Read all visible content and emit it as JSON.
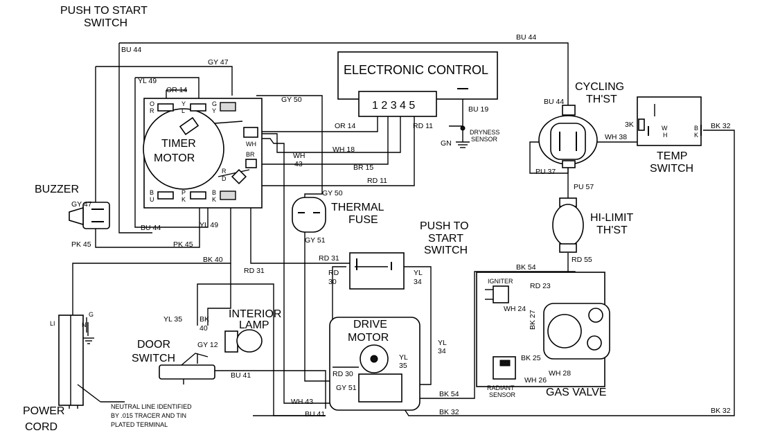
{
  "components": {
    "push_start_top": [
      "PUSH TO START",
      "SWITCH"
    ],
    "electronic_control": "ELECTRONIC CONTROL",
    "control_pins": "1 2 3 4 5",
    "timer_motor": [
      "TIMER",
      "MOTOR"
    ],
    "buzzer": "BUZZER",
    "thermal_fuse": [
      "THERMAL",
      "FUSE"
    ],
    "push_start_mid": [
      "PUSH TO",
      "START",
      "SWITCH"
    ],
    "cycling_thst": [
      "CYCLING",
      "TH'ST"
    ],
    "temp_switch": [
      "TEMP",
      "SWITCH"
    ],
    "hi_limit": [
      "HI-LIMIT",
      "TH'ST"
    ],
    "interior_lamp": [
      "INTERIOR",
      "LAMP"
    ],
    "door_switch": [
      "DOOR",
      "SWITCH"
    ],
    "drive_motor": [
      "DRIVE",
      "MOTOR"
    ],
    "gas_valve": "GAS VALVE",
    "igniter": "IGNITER",
    "radiant_sensor": [
      "RADIANT",
      "SENSOR"
    ],
    "dryness_sensor": [
      "DRYNESS",
      "SENSOR"
    ],
    "power_cord": [
      "POWER",
      "CORD"
    ],
    "neutral_note": [
      "NEUTRAL LINE IDENTIFIED",
      "BY .015 TRACER AND TIN",
      "PLATED TERMINAL"
    ],
    "gn": "GN",
    "cord_l1": "LI",
    "cord_n": "N",
    "cord_g": "G",
    "three_k": "3K"
  },
  "timer_terminals": {
    "or": [
      "O",
      "R"
    ],
    "yl": [
      "Y",
      "L"
    ],
    "gy": [
      "G",
      "Y"
    ],
    "wh": "WH",
    "br": "BR",
    "rd": [
      "R",
      "D"
    ],
    "bu": [
      "B",
      "U"
    ],
    "pk": [
      "P",
      "K"
    ],
    "bk": [
      "B",
      "K"
    ]
  },
  "temp_terminals": {
    "wh": [
      "W",
      "H"
    ],
    "bk": [
      "B",
      "K"
    ]
  },
  "wires": {
    "bu44_top": "BU 44",
    "bu44_top_right": "BU 44",
    "gy47_top": "GY 47",
    "yl49_top": "YL 49",
    "or14_top": "OR 14",
    "gy50_top": "GY 50",
    "or14_mid": "OR 14",
    "rd11_ctrl": "RD 11",
    "bu19": "BU 19",
    "wh18": "WH 18",
    "wh43_mid": "WH",
    "wh43_mid_num": "43",
    "br15": "BR 15",
    "rd11_low": "RD 11",
    "gy50_fuse": "GY 50",
    "gy47_buzz": "GY 47",
    "bu44_buzz": "BU 44",
    "pk45_left": "PK 45",
    "pk45_mid": "PK 45",
    "yl49_mid": "YL 49",
    "gy51_fuse": "GY 51",
    "bk40": "BK 40",
    "rd31_left": "RD 31",
    "rd31_sw": "RD 31",
    "rd30_sw": "RD",
    "rd30_sw_num": "30",
    "yl34_sw": "YL",
    "yl34_sw_num": "34",
    "yl35_left": "YL 35",
    "bk40_lamp": "BK",
    "bk40_lamp_num": "40",
    "gy12": "GY 12",
    "bu41_door": "BU 41",
    "rd30_motor": "RD 30",
    "gy51_motor": "GY 51",
    "wh43_bottom": "WH 43",
    "bu41_bottom": "BU 41",
    "bk32_bottom": "BK 32",
    "bk54_motor": "BK 54",
    "yl35_motor": "YL",
    "yl35_motor_num": "35",
    "yl34_right": "YL",
    "yl34_right_num": "34",
    "bu44_cyc": "BU 44",
    "wh38": "WH 38",
    "bk32_right": "BK 32",
    "pu37": "PU 37",
    "pu57": "PU 57",
    "rd55": "RD 55",
    "bk54_gas": "BK 54",
    "rd23": "RD 23",
    "wh24": "WH 24",
    "bk27": "BK 27",
    "bk25": "BK 25",
    "wh28": "WH 28",
    "wh26": "WH 26",
    "bk32_br": "BK 32"
  }
}
